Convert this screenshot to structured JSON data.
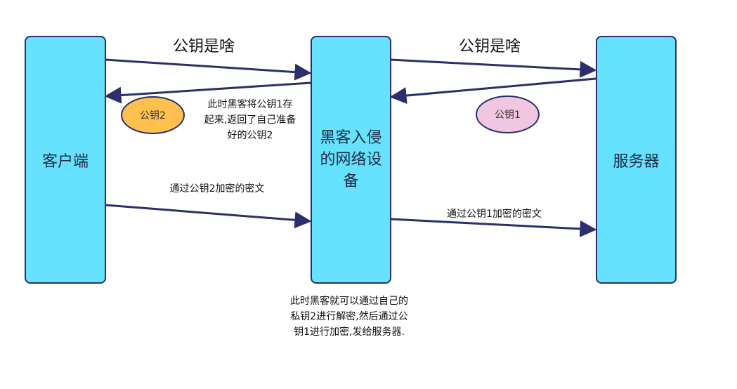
{
  "nodes": {
    "client": "客户端",
    "hacker": "黑客入侵的网络设备",
    "server": "服务器"
  },
  "titles": {
    "left": "公钥是啥",
    "right": "公钥是啥"
  },
  "notes": {
    "hacker_store": "此时黑客将公钥1存起来,返回了自己准备好的公钥2",
    "encrypt_key2": "通过公钥2加密的密文",
    "encrypt_key1": "通过公钥1加密的密文",
    "hacker_decrypt": "此时黑客就可以通过自己的私钥2进行解密,然后通过公钥1进行加密,发给服务器."
  },
  "keys": {
    "key2": "公钥2",
    "key1": "公钥1"
  },
  "colors": {
    "box_fill": "#66e2ff",
    "stroke": "#2b2f6b",
    "key2_fill": "#ffc04d",
    "key1_fill": "#f0c6e0"
  }
}
